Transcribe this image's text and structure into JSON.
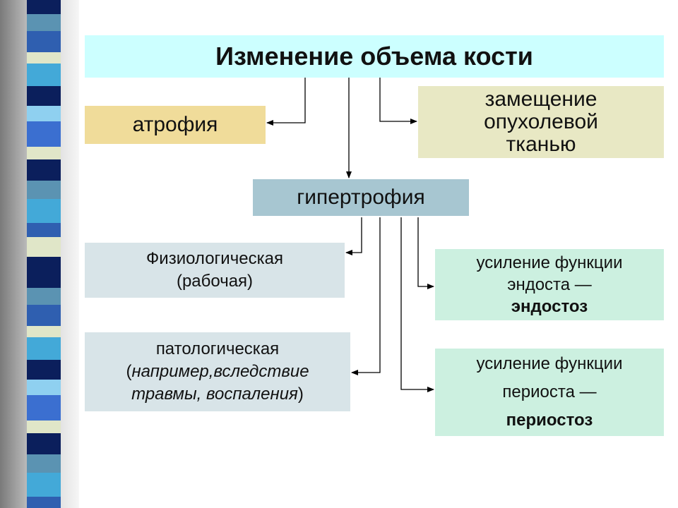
{
  "diagram": {
    "root": "Изменение объема кости",
    "atrophy": "атрофия",
    "replacement": [
      "замещение",
      "опухолевой",
      "тканью"
    ],
    "hypertrophy": "гипертрофия",
    "physiological": {
      "line1": "Физиологическая",
      "line2": "(рабочая)"
    },
    "pathological": {
      "line1": "патологическая",
      "line2_open": "(",
      "line2_italic": "например,вследствие",
      "line3_italic": "травмы, воспаления",
      "line3_close": ")"
    },
    "endosteum": {
      "line1": "усиление функции",
      "line2": "эндоста —",
      "term": "эндостоз"
    },
    "periosteum": {
      "line1": "усиление функции",
      "line2": "периоста —",
      "term": "периостоз"
    }
  },
  "colors": {
    "root_fill": "#ccffff",
    "atrophy_fill": "#f0dc9a",
    "replacement_fill": "#e8e8c4",
    "hypertrophy_fill": "#a7c6d1",
    "type_fill": "#d8e4e8",
    "result_fill": "#ccf0e0",
    "strip_colors": [
      "#0b1f5c",
      "#5b93b2",
      "#2f5fb0",
      "#e0e6c8",
      "#43a9d8",
      "#0b1f5c",
      "#8fd0f0",
      "#3b6fd0",
      "#e0e6c8",
      "#0b1f5c",
      "#5b93b2",
      "#43a9d8",
      "#2f5fb0",
      "#e0e6c8",
      "#0b1f5c"
    ]
  }
}
